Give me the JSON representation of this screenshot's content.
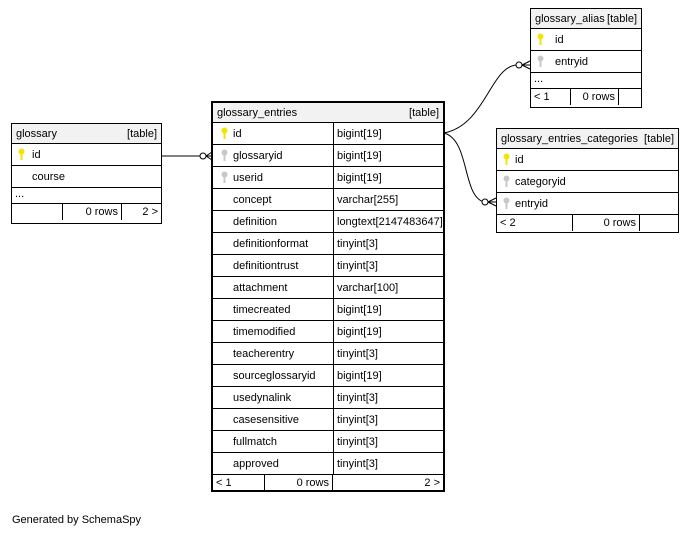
{
  "tables": {
    "glossary": {
      "name": "glossary",
      "type": "[table]",
      "columns": [
        {
          "name": "id",
          "key": "primary"
        },
        {
          "name": "course",
          "key": "none"
        }
      ],
      "more": "...",
      "footer": {
        "left": "",
        "rows": "0 rows",
        "right": "2 >"
      }
    },
    "glossary_entries": {
      "name": "glossary_entries",
      "type": "[table]",
      "columns": [
        {
          "name": "id",
          "type": "bigint[19]",
          "key": "primary"
        },
        {
          "name": "glossaryid",
          "type": "bigint[19]",
          "key": "foreign"
        },
        {
          "name": "userid",
          "type": "bigint[19]",
          "key": "foreign"
        },
        {
          "name": "concept",
          "type": "varchar[255]",
          "key": "none"
        },
        {
          "name": "definition",
          "type": "longtext[2147483647]",
          "key": "none"
        },
        {
          "name": "definitionformat",
          "type": "tinyint[3]",
          "key": "none"
        },
        {
          "name": "definitiontrust",
          "type": "tinyint[3]",
          "key": "none"
        },
        {
          "name": "attachment",
          "type": "varchar[100]",
          "key": "none"
        },
        {
          "name": "timecreated",
          "type": "bigint[19]",
          "key": "none"
        },
        {
          "name": "timemodified",
          "type": "bigint[19]",
          "key": "none"
        },
        {
          "name": "teacherentry",
          "type": "tinyint[3]",
          "key": "none"
        },
        {
          "name": "sourceglossaryid",
          "type": "bigint[19]",
          "key": "none"
        },
        {
          "name": "usedynalink",
          "type": "tinyint[3]",
          "key": "none"
        },
        {
          "name": "casesensitive",
          "type": "tinyint[3]",
          "key": "none"
        },
        {
          "name": "fullmatch",
          "type": "tinyint[3]",
          "key": "none"
        },
        {
          "name": "approved",
          "type": "tinyint[3]",
          "key": "none"
        }
      ],
      "footer": {
        "left": "< 1",
        "rows": "0 rows",
        "right": "2 >"
      }
    },
    "glossary_alias": {
      "name": "glossary_alias",
      "type": "[table]",
      "columns": [
        {
          "name": "id",
          "key": "primary"
        },
        {
          "name": "entryid",
          "key": "foreign"
        }
      ],
      "more": "...",
      "footer": {
        "left": "< 1",
        "rows": "0 rows",
        "right": ""
      }
    },
    "glossary_entries_categories": {
      "name": "glossary_entries_categories",
      "type": "[table]",
      "columns": [
        {
          "name": "id",
          "key": "primary"
        },
        {
          "name": "categoryid",
          "key": "foreign"
        },
        {
          "name": "entryid",
          "key": "foreign"
        }
      ],
      "footer": {
        "left": "< 2",
        "rows": "0 rows",
        "right": ""
      }
    }
  },
  "colors": {
    "primary_key": "#f2e600",
    "foreign_key": "#c8c8c8",
    "header_bg": "#f2f2f2",
    "line": "#000000"
  },
  "generated_by": "Generated by SchemaSpy"
}
